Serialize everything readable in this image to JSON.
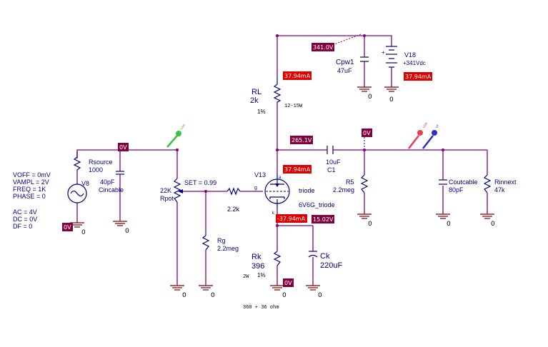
{
  "source": {
    "params": [
      "VOFF = 0mV",
      "VAMPL = 2V",
      "FREQ = 1K",
      "PHASE = 0",
      "AC = 4V",
      "DC = 0V",
      "DF = 0"
    ],
    "name": "V8",
    "rsource_name": "Rsource",
    "rsource_value": "1000",
    "cin_value": "40pF",
    "cin_name": "Cincable"
  },
  "pot": {
    "value": "22K",
    "name": "Rpot",
    "set_label": "SET = 0.99"
  },
  "grid": {
    "r_value": "2.2k",
    "rg_name": "Rg",
    "rg_value": "2.2meg",
    "g_label": "g"
  },
  "tube": {
    "name": "V13",
    "label1": "triode",
    "label2": "6V6G_triode",
    "pin_a": "a",
    "pin_k": "k"
  },
  "plate": {
    "rl_name": "RL",
    "rl_value": "2k",
    "rl_tol": "1%",
    "rl_power": "12-15W"
  },
  "supply": {
    "cpw_name": "Cpw1",
    "cpw_value": "47uF",
    "v_name": "V18",
    "v_value": "+341Vdc"
  },
  "cathode": {
    "rk_name": "Rk",
    "rk_value": "396",
    "rk_power": "2W",
    "rk_tol": "1%",
    "ck_name": "Ck",
    "ck_value": "220uF",
    "note": "360 + 36 ohm"
  },
  "output": {
    "c1_value": "10uF",
    "c1_name": "C1",
    "r5_name": "R5",
    "r5_value": "2.2meg",
    "cout_name": "Coutcable",
    "cout_value": "80pF",
    "rin_name": "Rinnext",
    "rin_value": "47k"
  },
  "probes": {
    "vdb": "VDB",
    "vp": "VP"
  },
  "voltages": {
    "supply": "341.0V",
    "plate": "265.1V",
    "src_top": "0V",
    "src_bot": "0V",
    "output": "0V",
    "cathode": "15.02V",
    "cathode_gnd": "0V"
  },
  "currents": {
    "rl": "37.94mA",
    "v18": "37.94mA",
    "plate": "37.94mA",
    "cathode": "-37.94mA"
  },
  "ground_label": "0",
  "colors": {
    "wire": "#800080",
    "component": "#000080",
    "ground": "#800000",
    "voltage_badge": "#800040",
    "current_badge": "#e00000",
    "probe_green": "#40c040",
    "probe_red": "#e04050",
    "probe_blue": "#3030c0"
  }
}
